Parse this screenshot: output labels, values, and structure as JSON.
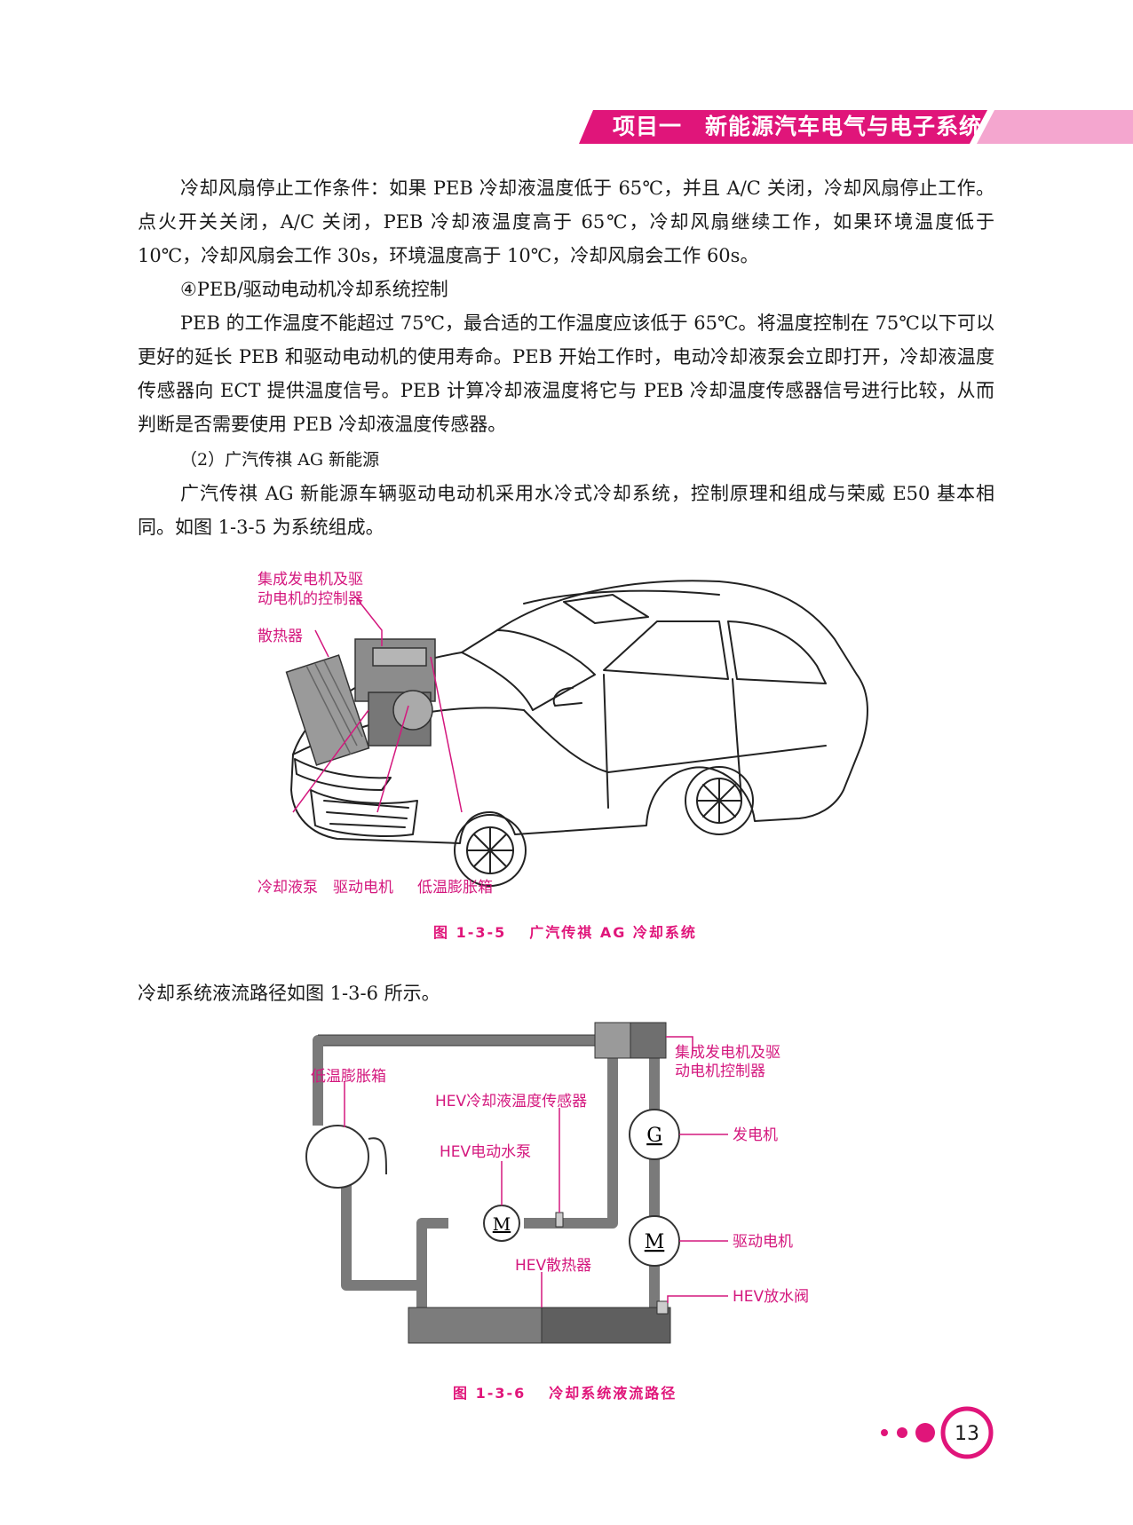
{
  "header": {
    "title": "项目一　新能源汽车电气与电子系统"
  },
  "paragraphs": [
    "冷却风扇停止工作条件：如果 PEB 冷却液温度低于 65℃，并且 A/C 关闭，冷却风扇停止工作。点火开关关闭，A/C 关闭，PEB 冷却液温度高于 65℃，冷却风扇继续工作，如果环境温度低于 10℃，冷却风扇会工作 30s，环境温度高于 10℃，冷却风扇会工作 60s。",
    "④PEB/驱动电动机冷却系统控制",
    "PEB 的工作温度不能超过 75℃，最合适的工作温度应该低于 65℃。将温度控制在 75℃以下可以更好的延长 PEB 和驱动电动机的使用寿命。PEB 开始工作时，电动冷却液泵会立即打开，冷却液温度传感器向 ECT 提供温度信号。PEB 计算冷却液温度将它与 PEB 冷却温度传感器信号进行比较，从而判断是否需要使用 PEB 冷却液温度传感器。",
    "（2）广汽传祺 AG 新能源",
    "广汽传祺 AG 新能源车辆驱动电动机采用水冷式冷却系统，控制原理和组成与荣威 E50 基本相同。如图 1-3-5 为系统组成。"
  ],
  "figure1": {
    "labels": {
      "controller_line1": "集成发电机及驱",
      "controller_line2": "动电机的控制器",
      "radiator": "散热器",
      "pump": "冷却液泵",
      "motor": "驱动电机",
      "tank": "低温膨胀箱"
    },
    "caption_number": "图 1-3-5",
    "caption_text": "广汽传祺 AG 冷却系统"
  },
  "between_text": "冷却系统液流路径如图 1-3-6 所示。",
  "figure2": {
    "labels": {
      "tank": "低温膨胀箱",
      "hev_sensor": "HEV冷却液温度传感器",
      "hev_pump": "HEV电动水泵",
      "hev_radiator": "HEV散热器",
      "controller_line1": "集成发电机及驱",
      "controller_line2": "动电机控制器",
      "generator": "发电机",
      "drive_motor": "驱动电机",
      "drain_valve": "HEV放水阀",
      "g_symbol": "G",
      "m_symbol": "M"
    },
    "caption_number": "图 1-3-6",
    "caption_text": "冷却系统液流路径"
  },
  "page_number": "13",
  "colors": {
    "accent": "#e0157a",
    "label": "#d4187e",
    "header_light": "#f4a6cf"
  }
}
